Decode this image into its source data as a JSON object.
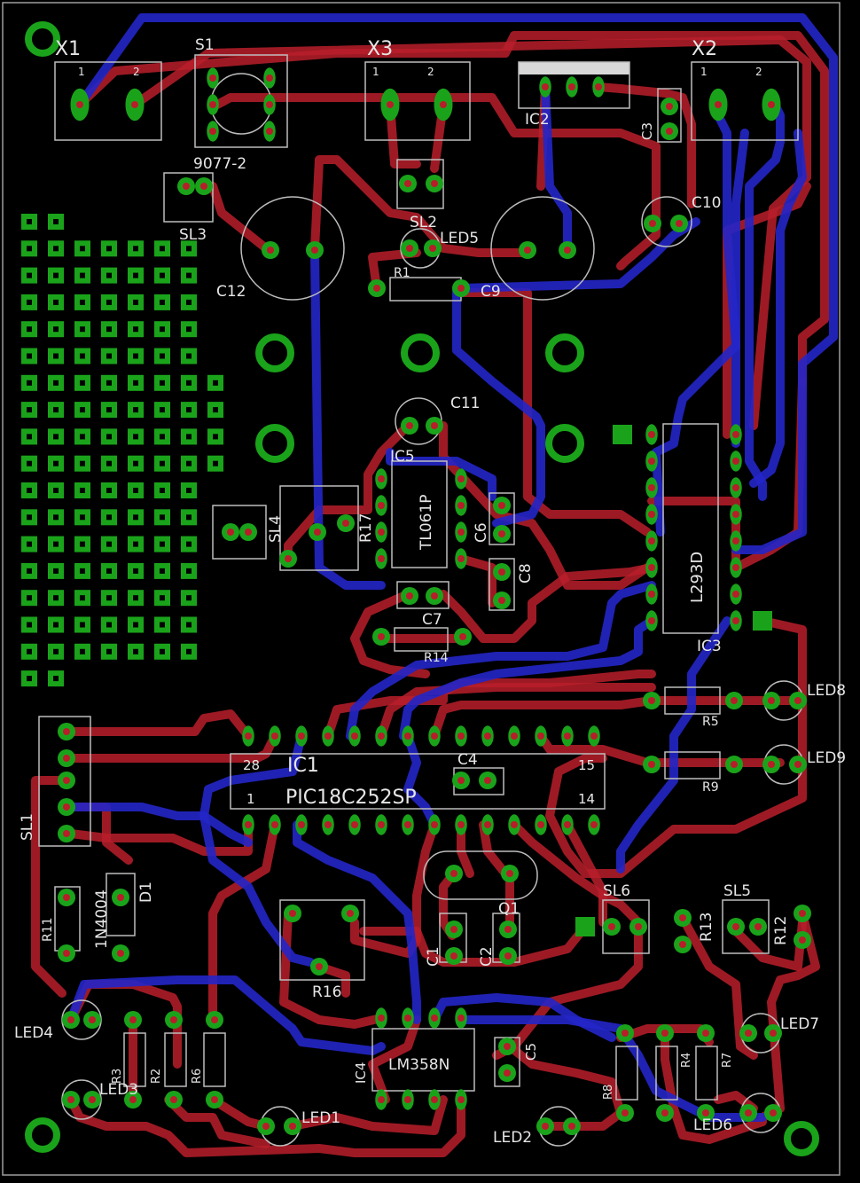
{
  "board": {
    "colors": {
      "background": "#000000",
      "top_copper": "#b81e2a",
      "bottom_copper": "#2326c8",
      "pads": "#1aa31a",
      "silkscreen": "#e6e6e6"
    },
    "components": {
      "X1": "X1",
      "S1": "S1",
      "X3": "X3",
      "X2": "X2",
      "IC2": "IC2",
      "C3": "C3",
      "S1_type": "9077-2",
      "SL3": "SL3",
      "SL2": "SL2",
      "LED5": "LED5",
      "C10": "C10",
      "C12": "C12",
      "R1": "R1",
      "C9": "C9",
      "C11": "C11",
      "IC5": "IC5",
      "IC5_type": "TL061P",
      "SL4": "SL4",
      "R17": "R17",
      "C6": "C6",
      "C8": "C8",
      "C7": "C7",
      "R14": "R14",
      "IC3": "IC3",
      "IC3_type": "L293D",
      "LED8": "LED8",
      "R5": "R5",
      "LED9": "LED9",
      "R9": "R9",
      "IC1": "IC1",
      "IC1_type": "PIC18C252SP",
      "C4": "C4",
      "pin28": "28",
      "pin1": "1",
      "pin15": "15",
      "pin14": "14",
      "SL1": "SL1",
      "D1": "D1",
      "D1_type": "1N4004",
      "R11": "R11",
      "Q1": "Q1",
      "C1": "C1",
      "C2": "C2",
      "SL6": "SL6",
      "SL5": "SL5",
      "R13": "R13",
      "R12": "R12",
      "R16": "R16",
      "LED4": "LED4",
      "LED7": "LED7",
      "LED3": "LED3",
      "R3": "R3",
      "R2": "R2",
      "R6": "R6",
      "IC4": "IC4",
      "IC4_type": "LM358N",
      "C5": "C5",
      "LED1": "LED1",
      "LED2": "LED2",
      "R8": "R8",
      "R4": "R4",
      "R7": "R7",
      "LED6": "LED6"
    },
    "terminal_pins": {
      "p1": "1",
      "p2": "2"
    }
  }
}
